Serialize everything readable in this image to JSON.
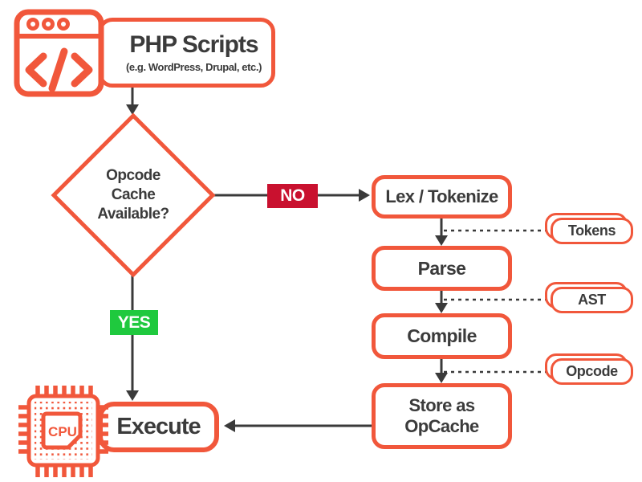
{
  "colors": {
    "accent_orange": "#F1573B",
    "line_dark": "#3A3A3A",
    "text_dark": "#3B3B3B",
    "no_red": "#C9112F",
    "yes_green": "#1FC93E",
    "background": "#FFFFFF"
  },
  "nodes": {
    "php_scripts": {
      "icon": "code-window-icon",
      "title": "PHP Scripts",
      "subtitle": "(e.g. WordPress, Drupal, etc.)"
    },
    "decision": {
      "label": "Opcode\nCache\nAvailable?"
    },
    "steps": [
      {
        "label": "Lex / Tokenize",
        "artifact": "Tokens"
      },
      {
        "label": "Parse",
        "artifact": "AST"
      },
      {
        "label": "Compile",
        "artifact": "Opcode"
      },
      {
        "label": "Store as\nOpCache"
      }
    ],
    "execute": {
      "icon": "cpu-chip-icon",
      "label": "Execute",
      "cpu_label": "CPU"
    }
  },
  "edges": {
    "no_label": "NO",
    "yes_label": "YES"
  }
}
